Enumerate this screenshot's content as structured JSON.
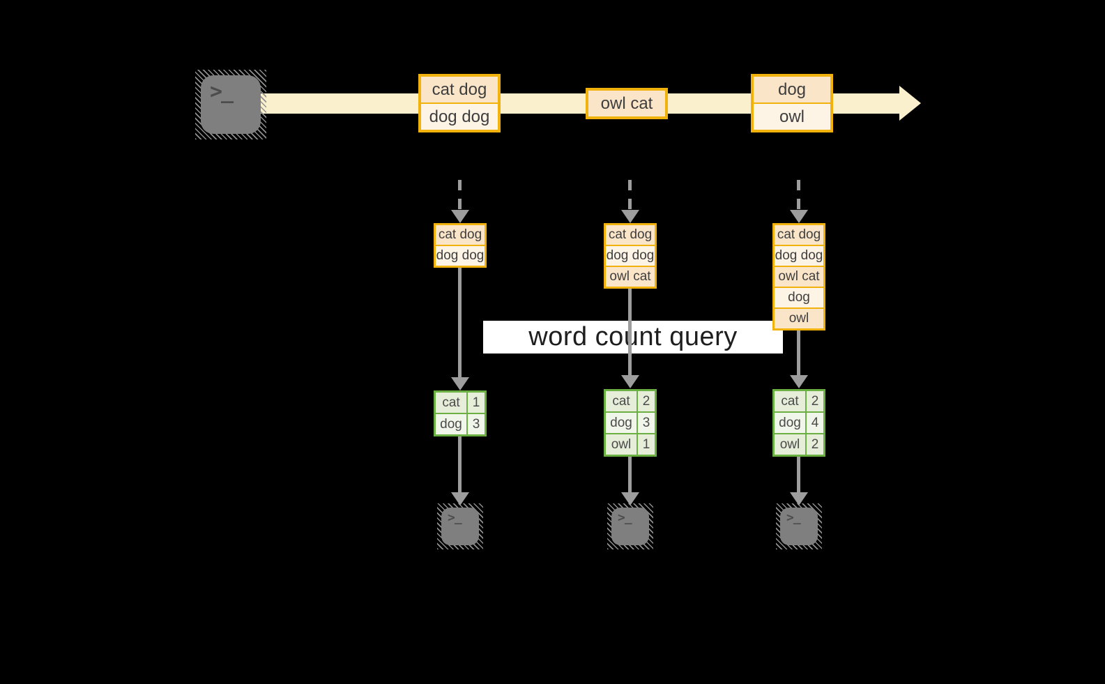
{
  "banner": {
    "label": "word count query"
  },
  "stream": {
    "events": [
      {
        "lines": [
          "cat dog",
          "dog dog"
        ]
      },
      {
        "lines": [
          "owl cat"
        ]
      },
      {
        "lines": [
          "dog",
          "owl"
        ]
      }
    ]
  },
  "windows": [
    {
      "items": [
        "cat dog",
        "dog dog"
      ]
    },
    {
      "items": [
        "cat dog",
        "dog dog",
        "owl cat"
      ]
    },
    {
      "items": [
        "cat dog",
        "dog dog",
        "owl cat",
        "dog",
        "owl"
      ]
    }
  ],
  "counts": [
    {
      "rows": [
        {
          "word": "cat",
          "count": "1"
        },
        {
          "word": "dog",
          "count": "3"
        }
      ]
    },
    {
      "rows": [
        {
          "word": "cat",
          "count": "2"
        },
        {
          "word": "dog",
          "count": "3"
        },
        {
          "word": "owl",
          "count": "1"
        }
      ]
    },
    {
      "rows": [
        {
          "word": "cat",
          "count": "2"
        },
        {
          "word": "dog",
          "count": "4"
        },
        {
          "word": "owl",
          "count": "2"
        }
      ]
    }
  ],
  "terminals": {
    "prompt": ">_"
  },
  "colors": {
    "background": "#000000",
    "stream_band": "#FBF0CD",
    "event_border": "#F2B20E",
    "event_fill_dark": "#FBE5C9",
    "event_fill_light": "#FDF4E6",
    "table_border": "#6CAF43",
    "table_fill_a": "#E6EEDA",
    "table_fill_b": "#F1F6EB",
    "arrow_gray": "#9D9D9D",
    "terminal_gray": "#7F7F7F"
  }
}
